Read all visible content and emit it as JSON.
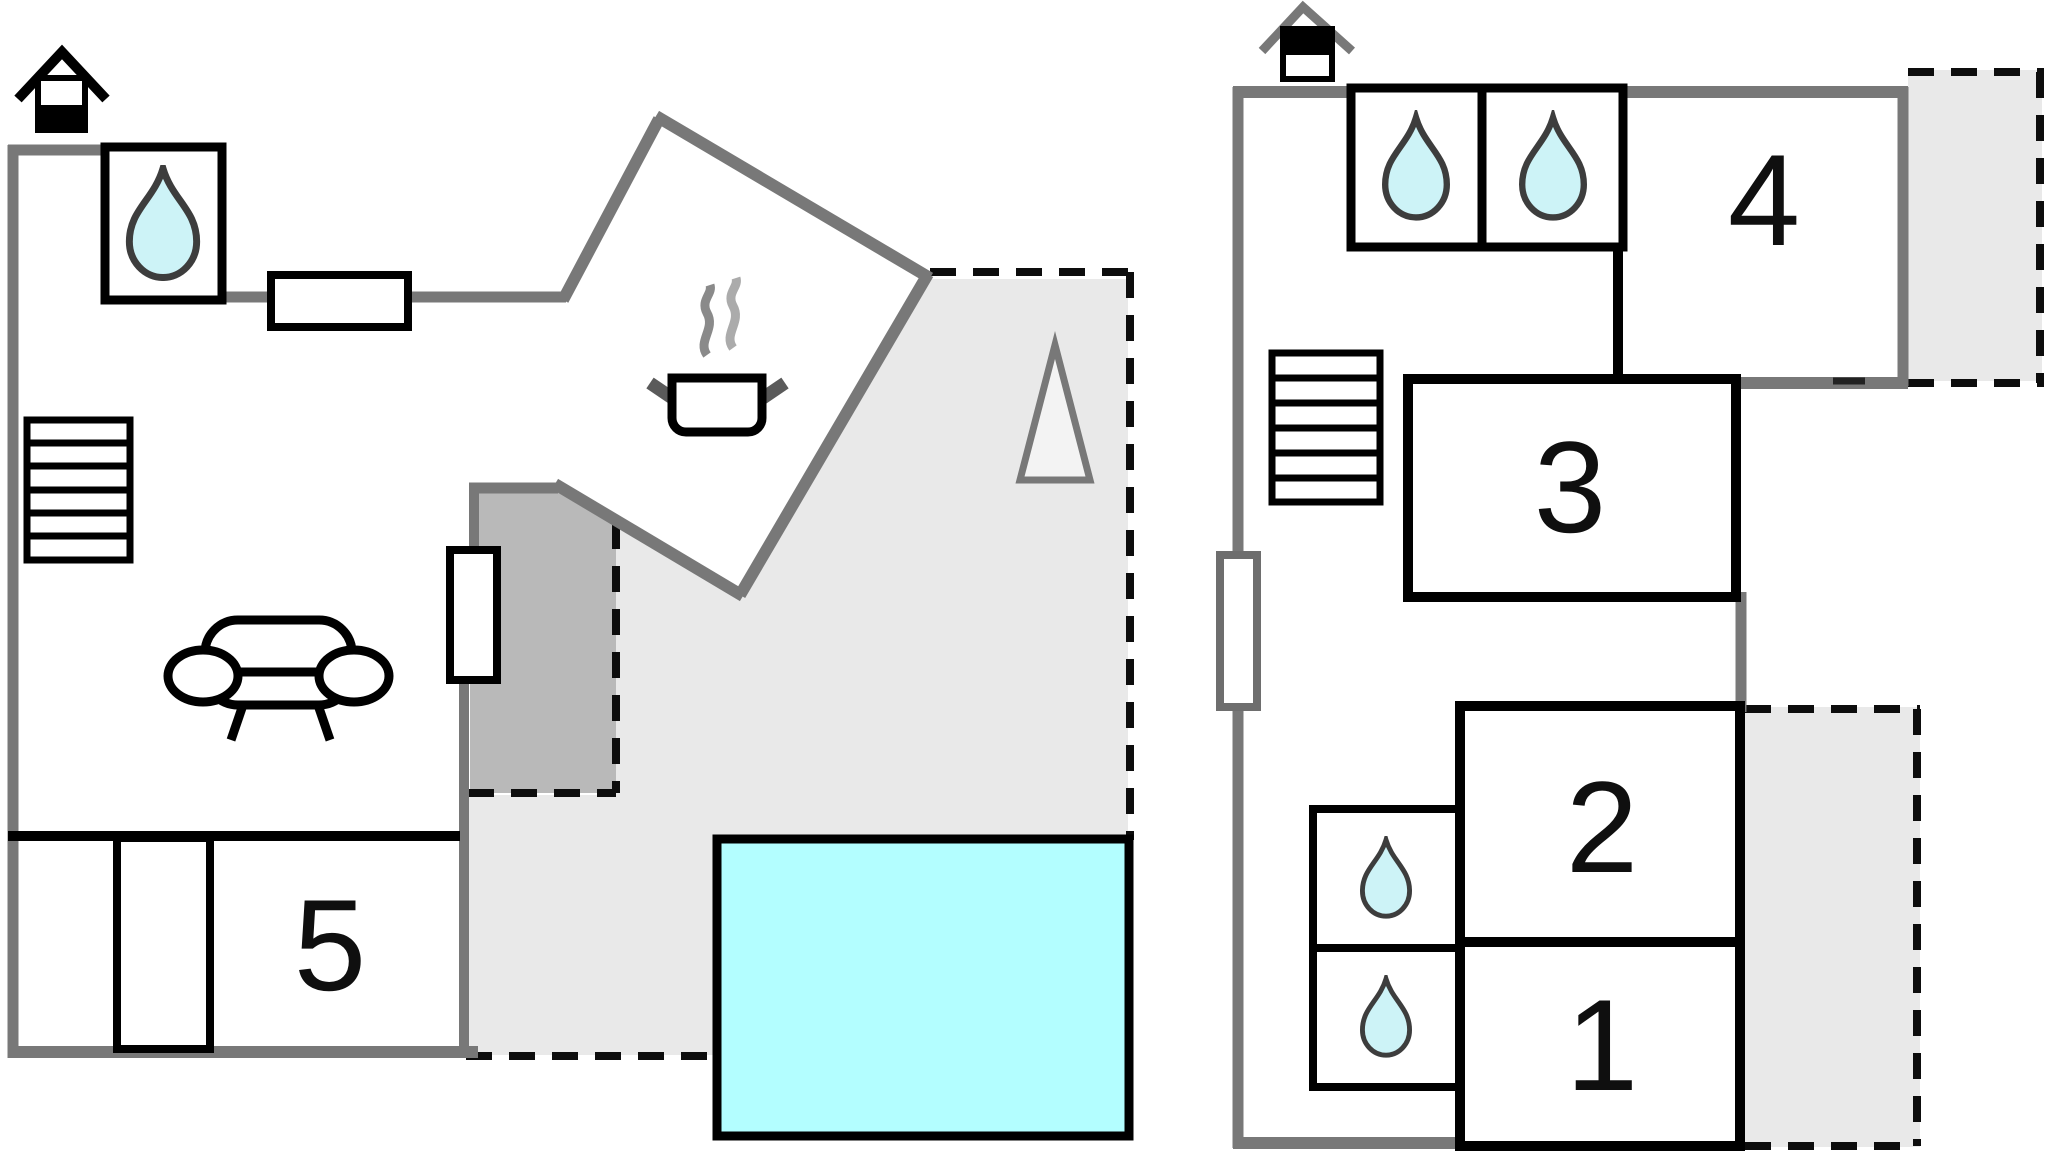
{
  "colors": {
    "wall_gray": "#787878",
    "wall_black": "#000000",
    "terrace_light": "#e9e9e9",
    "terrace_dark": "#b9b9b9",
    "pool": "#b3feff",
    "water_drop": "#cdf3f7",
    "cone_fill": "#f3f3f3",
    "dashed_line": "#0d0d0d"
  },
  "ground_floor": {
    "room_labels": {
      "room5": "5"
    }
  },
  "first_floor": {
    "room_labels": {
      "room1": "1",
      "room2": "2",
      "room3": "3",
      "room4": "4"
    }
  }
}
